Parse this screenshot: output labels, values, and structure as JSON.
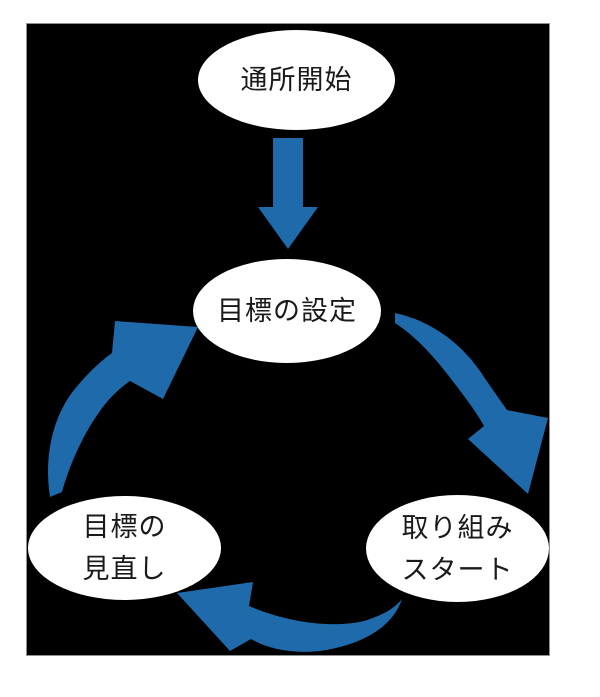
{
  "colors": {
    "page_background": "#ffffff",
    "panel_background": "#000000",
    "panel_border": "#8f8f8f",
    "node_fill": "#ffffff",
    "node_text": "#1a1a1a",
    "arrow": "#1f6aab"
  },
  "nodes": {
    "start": {
      "line1": "通所開始"
    },
    "goal_setting": {
      "line1": "目標の設定"
    },
    "action_start": {
      "line1": "取り組み",
      "line2": "スタート"
    },
    "goal_review": {
      "line1": "目標の",
      "line2": "見直し"
    }
  },
  "arrows": {
    "start_to_goal_setting": "down-block-arrow",
    "goal_setting_to_action_start": "curved-arrow-down-right",
    "action_start_to_goal_review": "curved-arrow-left",
    "goal_review_to_goal_setting": "curved-arrow-up-right"
  }
}
